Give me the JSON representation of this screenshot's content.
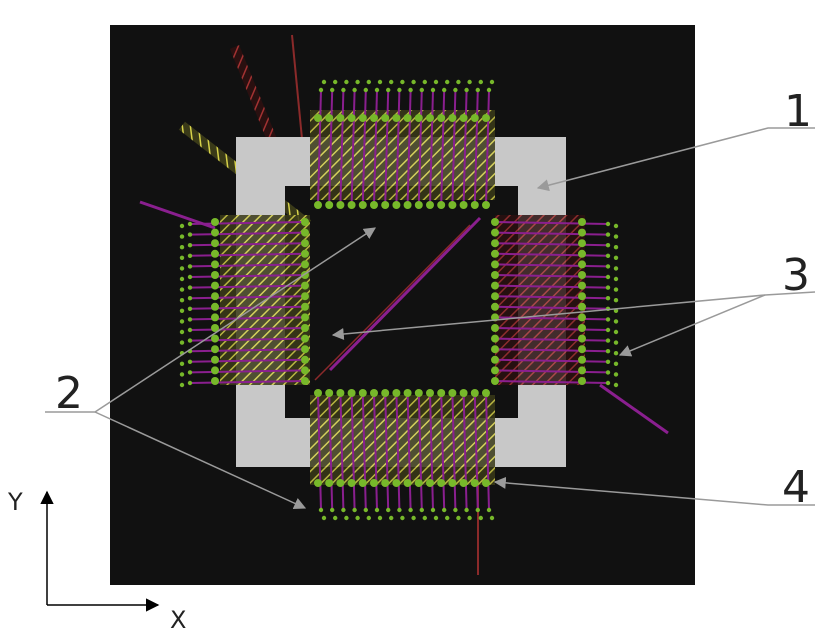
{
  "colors": {
    "background": "#111111",
    "frame": "#c8c8c8",
    "pad_green": "#77b82a",
    "trace_purple": "#8a1f8f",
    "hatch_yellow": "#d7d24a",
    "hatch_red": "#8b2a2a",
    "leader_gray": "#9a9a9a",
    "text": "#222222"
  },
  "callouts": [
    {
      "id": "1",
      "label": "1"
    },
    {
      "id": "2",
      "label": "2"
    },
    {
      "id": "3",
      "label": "3"
    },
    {
      "id": "4",
      "label": "4"
    }
  ],
  "axes": {
    "x_label": "X",
    "y_label": "Y"
  }
}
